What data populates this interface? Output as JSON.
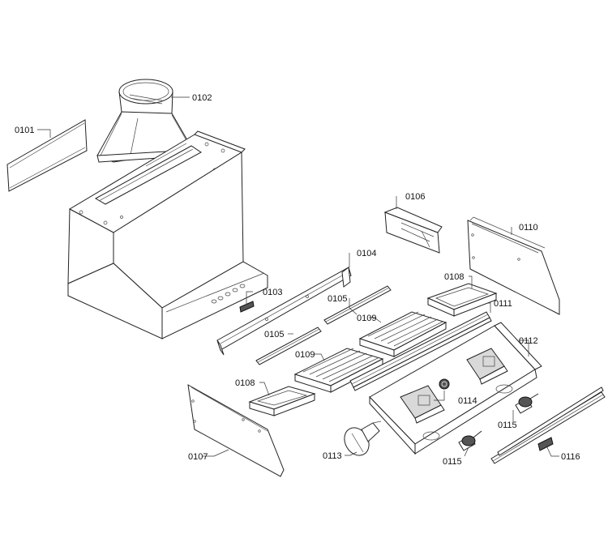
{
  "parts": {
    "p0101": "0101",
    "p0102": "0102",
    "p0103": "0103",
    "p0104": "0104",
    "p0105a": "0105",
    "p0105b": "0105",
    "p0106": "0106",
    "p0107": "0107",
    "p0108a": "0108",
    "p0108b": "0108",
    "p0109a": "0109",
    "p0109b": "0109",
    "p0110": "0110",
    "p0111": "0111",
    "p0112": "0112",
    "p0113": "0113",
    "p0114": "0114",
    "p0115a": "0115",
    "p0115b": "0115",
    "p0116": "0116"
  }
}
